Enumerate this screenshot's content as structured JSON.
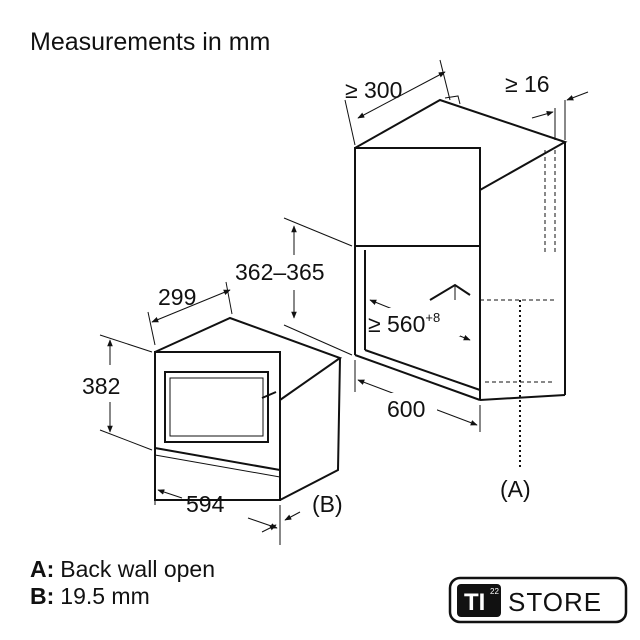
{
  "title": "Measurements in mm",
  "dimensions": {
    "cabinet_depth": "≥ 300",
    "cabinet_side_gap": "≥ 16",
    "niche_height": "362–365",
    "niche_depth_value": "≥ 560",
    "niche_depth_tolerance": "+8",
    "cabinet_width": "600",
    "appliance_depth": "299",
    "appliance_height": "382",
    "appliance_width": "594"
  },
  "callouts": {
    "a": "(A)",
    "b": "(B)"
  },
  "legend": [
    {
      "key": "A:",
      "text": "Back wall open"
    },
    {
      "key": "B:",
      "text": "19.5 mm"
    }
  ],
  "logo": {
    "mark": "TI",
    "superscript": "22",
    "store": "STORE"
  }
}
